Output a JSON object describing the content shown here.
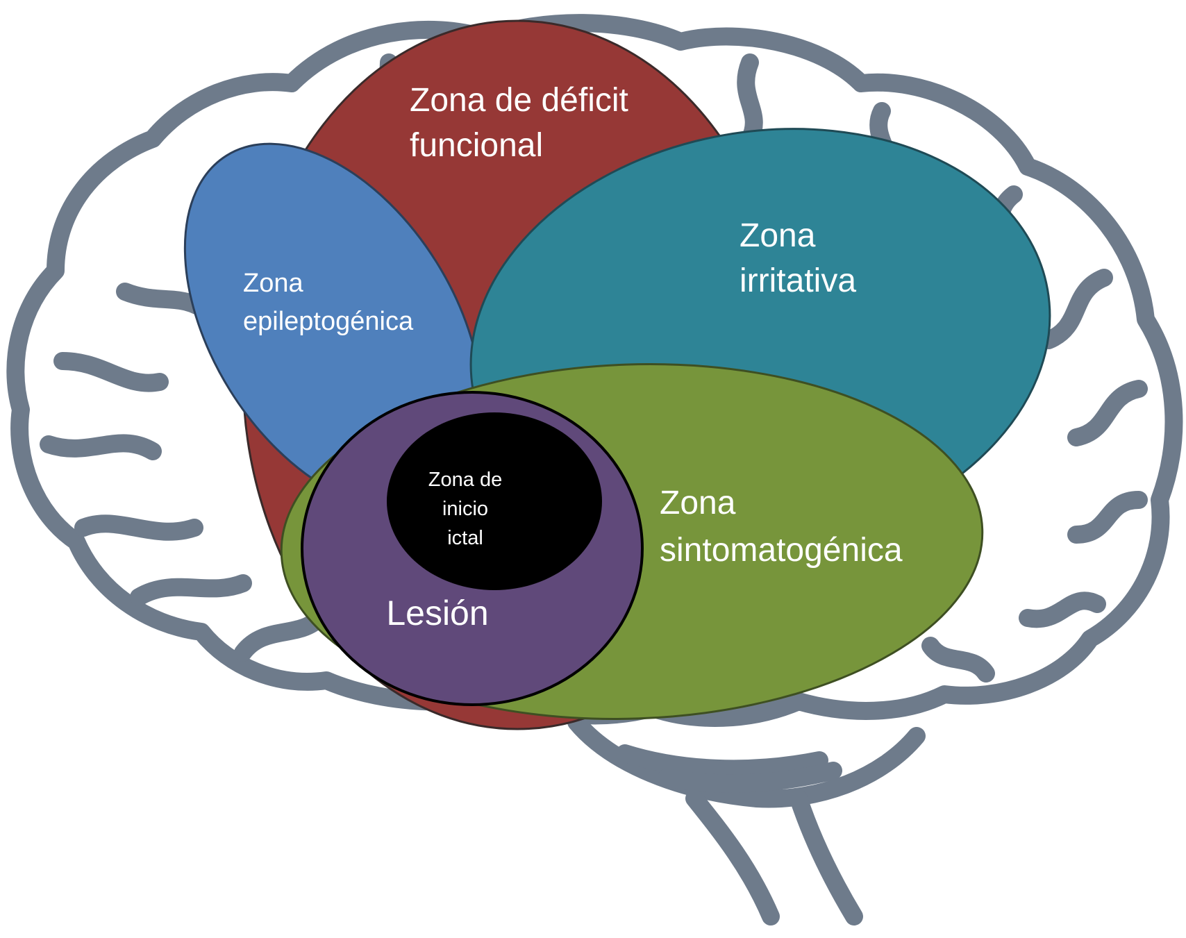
{
  "zones": {
    "deficit": {
      "line1": "Zona de déficit",
      "line2": "funcional",
      "color": "#963836"
    },
    "epileptogenic": {
      "line1": "Zona",
      "line2": "epileptogénica",
      "color": "#4f80bc"
    },
    "irritative": {
      "line1": "Zona",
      "line2": "irritativa",
      "color": "#2e8496"
    },
    "symptomatogenic": {
      "line1": "Zona",
      "line2": "sintomatogénica",
      "color": "#77953b"
    },
    "lesion": {
      "label": "Lesión",
      "color": "#60497a"
    },
    "ictal_onset": {
      "line1": "Zona de",
      "line2": "inicio",
      "line3": "ictal",
      "color": "#000000"
    }
  },
  "colors": {
    "brain_outline": "#6e7b8b",
    "text": "#ffffff"
  },
  "icons": [
    "brain-outline-icon"
  ]
}
